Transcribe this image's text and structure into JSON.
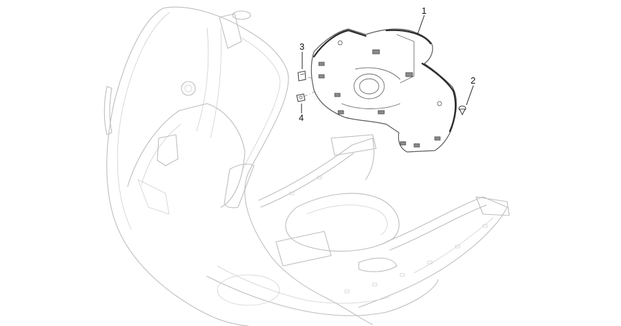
{
  "callouts": [
    {
      "id": "1",
      "label": "1"
    },
    {
      "id": "2",
      "label": "2"
    },
    {
      "id": "3",
      "label": "3"
    },
    {
      "id": "4",
      "label": "4"
    }
  ],
  "colors": {
    "frame_line": "#bdbdbd",
    "part_line": "#2a2a2a",
    "callout_text": "#111111"
  }
}
